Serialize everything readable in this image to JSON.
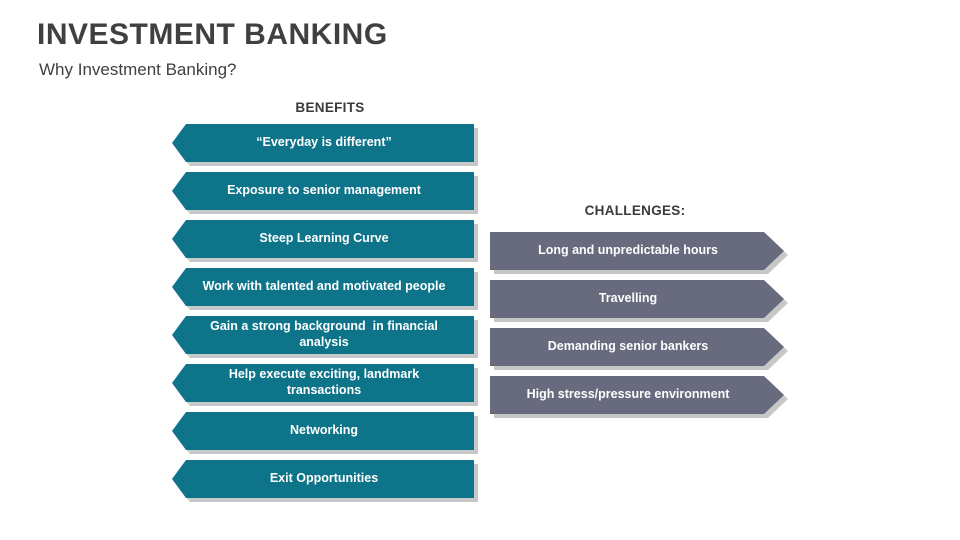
{
  "slide": {
    "title": "INVESTMENT BANKING",
    "subtitle": "Why Investment Banking?"
  },
  "colors": {
    "benefit_fill": "#0d7489",
    "challenge_fill": "#676b7d",
    "title_text": "#404040",
    "arrow_text": "#ffffff",
    "background": "#ffffff"
  },
  "benefits": {
    "heading": "BENEFITS",
    "items": [
      {
        "label": "“Everyday is different”"
      },
      {
        "label": "Exposure to senior management"
      },
      {
        "label": "Steep Learning Curve"
      },
      {
        "label": "Work with talented and motivated people"
      },
      {
        "label": "Gain a strong background  in financial analysis"
      },
      {
        "label": "Help execute exciting, landmark transactions"
      },
      {
        "label": "Networking"
      },
      {
        "label": "Exit Opportunities"
      }
    ]
  },
  "challenges": {
    "heading": "CHALLENGES:",
    "items": [
      {
        "label": "Long and unpredictable hours"
      },
      {
        "label": "Travelling"
      },
      {
        "label": "Demanding senior bankers"
      },
      {
        "label": "High stress/pressure environment"
      }
    ]
  }
}
